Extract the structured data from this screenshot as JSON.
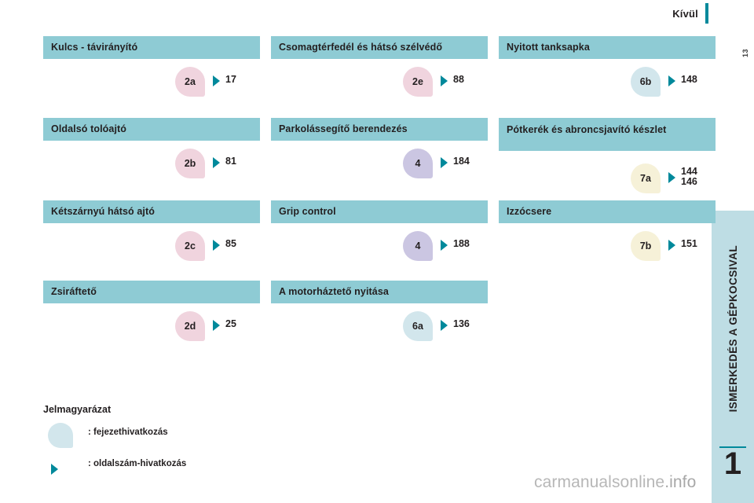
{
  "header": {
    "title": "Kívül",
    "folio": "13"
  },
  "side_tab": {
    "label": "ISMERKEDÉS A GÉPKOCSIVAL",
    "chapter_number": "1"
  },
  "columns": [
    {
      "name": "column-1",
      "entries": [
        {
          "title": "Kulcs - távirányító",
          "marker": "2a",
          "marker_color": "#f0d4de",
          "page": "17"
        },
        {
          "title": "Oldalsó tolóajtó",
          "marker": "2b",
          "marker_color": "#f0d4de",
          "page": "81"
        },
        {
          "title": "Kétszárnyú hátsó ajtó",
          "marker": "2c",
          "marker_color": "#f0d4de",
          "page": "85"
        },
        {
          "title": "Zsiráftető",
          "marker": "2d",
          "marker_color": "#f0d4de",
          "page": "25"
        }
      ]
    },
    {
      "name": "column-2",
      "entries": [
        {
          "title": "Csomagtérfedél és hátsó szélvédő",
          "marker": "2e",
          "marker_color": "#f0d4de",
          "page": "88"
        },
        {
          "title": "Parkolássegítő berendezés",
          "marker": "4",
          "marker_color": "#cbc6e2",
          "page": "184"
        },
        {
          "title": "Grip control",
          "marker": "4",
          "marker_color": "#cbc6e2",
          "page": "188"
        },
        {
          "title": "A motorháztető nyitása",
          "marker": "6a",
          "marker_color": "#d2e6ec",
          "page": "136"
        }
      ]
    },
    {
      "name": "column-3",
      "entries": [
        {
          "title": "Nyitott tanksapka",
          "marker": "6b",
          "marker_color": "#d2e6ec",
          "page": "148"
        },
        {
          "title": "Pótkerék és abroncsjavító készlet",
          "marker": "7a",
          "marker_color": "#f6f1d8",
          "page": "144\n146"
        },
        {
          "title": "Izzócsere",
          "marker": "7b",
          "marker_color": "#f6f1d8",
          "page": "151"
        }
      ]
    }
  ],
  "legend": {
    "title": "Jelmagyarázat",
    "items": [
      {
        "icon": "bubble-marker-icon",
        "text": ": fejezethivatkozás"
      },
      {
        "icon": "triangle-marker-icon",
        "text": ": oldalszám-hivatkozás"
      }
    ]
  },
  "watermark": {
    "text": "carmanualsonline",
    "tld": ".info"
  },
  "colors": {
    "title_band": "#8ecbd4",
    "accent_teal": "#00899b",
    "side_tab": "#bedde4"
  }
}
